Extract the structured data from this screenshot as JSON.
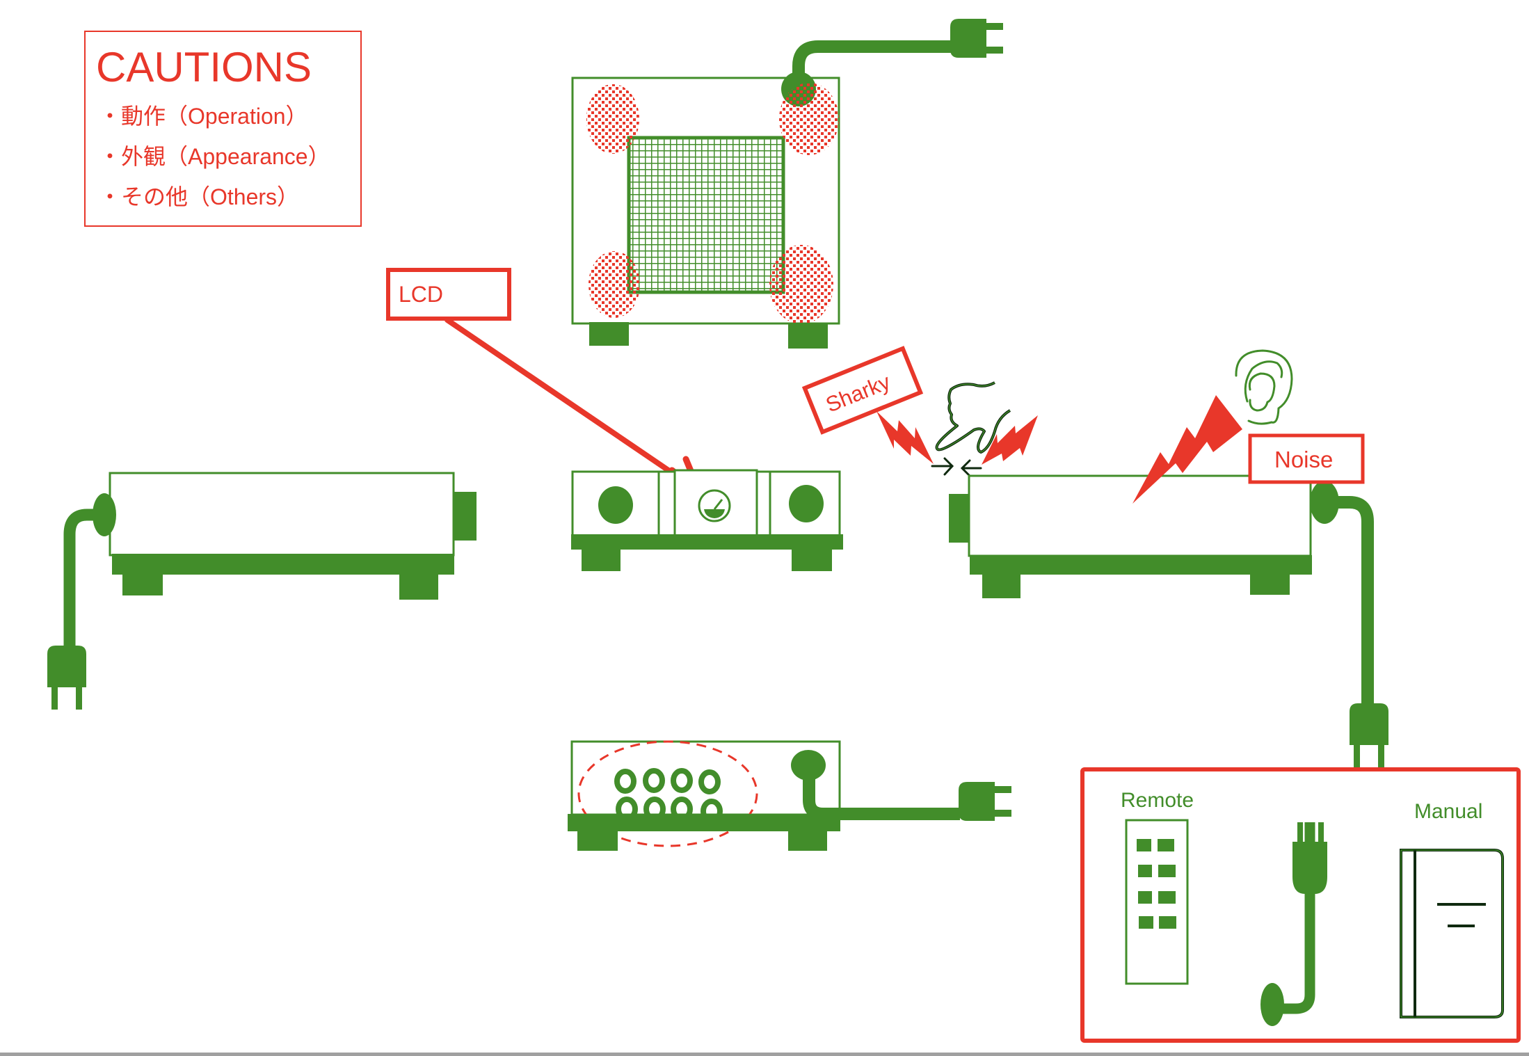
{
  "colors": {
    "device_green": "#428d2a",
    "caution_red": "#e8372a",
    "background": "#ffffff",
    "bottom_bar": "#a0a0a0"
  },
  "cautions": {
    "title": "CAUTIONS",
    "items": [
      {
        "bullet": "・",
        "label": "動作（Operation）"
      },
      {
        "bullet": "・",
        "label": "外観（Appearance）"
      },
      {
        "bullet": "・",
        "label": "その他（Others）"
      }
    ]
  },
  "callouts": {
    "lcd": "LCD",
    "sharky": "Sharky",
    "noise": "Noise"
  },
  "views": {
    "top": {
      "icons": [
        "power-plug-icon",
        "fan-grille-icon",
        "damage-spot-icon"
      ]
    },
    "front": {
      "icons": [
        "knob-icon",
        "lcd-meter-icon"
      ]
    },
    "left_side": {
      "icons": [
        "power-plug-icon"
      ]
    },
    "right_side": {
      "icons": [
        "power-plug-icon",
        "pointing-hand-icon",
        "lightning-icon",
        "ear-icon"
      ]
    },
    "rear": {
      "icons": [
        "rca-jack-icon",
        "power-plug-icon"
      ]
    }
  },
  "accessories": {
    "remote_label": "Remote",
    "manual_label": "Manual",
    "icons": [
      "remote-control-icon",
      "power-cord-icon",
      "manual-book-icon"
    ]
  }
}
